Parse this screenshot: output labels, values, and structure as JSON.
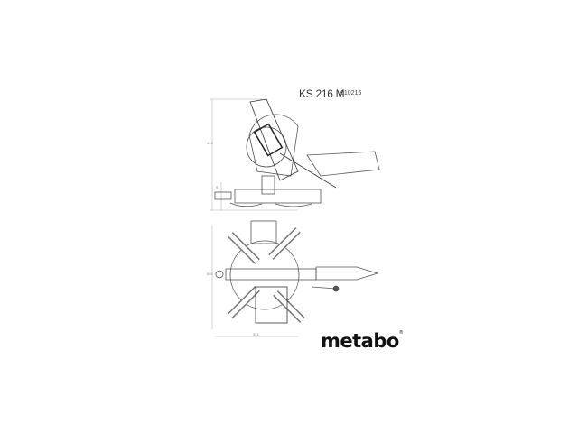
{
  "header": {
    "model": "KS 216 M",
    "order_number": "610216"
  },
  "brand": {
    "logo_text": "metabo",
    "registered_mark": "®"
  },
  "dimensions": {
    "side_height": "415",
    "side_base_height": "97",
    "top_depth": "555",
    "top_width": "351"
  },
  "colors": {
    "line": "#555555",
    "text": "#111111",
    "background": "#ffffff"
  }
}
